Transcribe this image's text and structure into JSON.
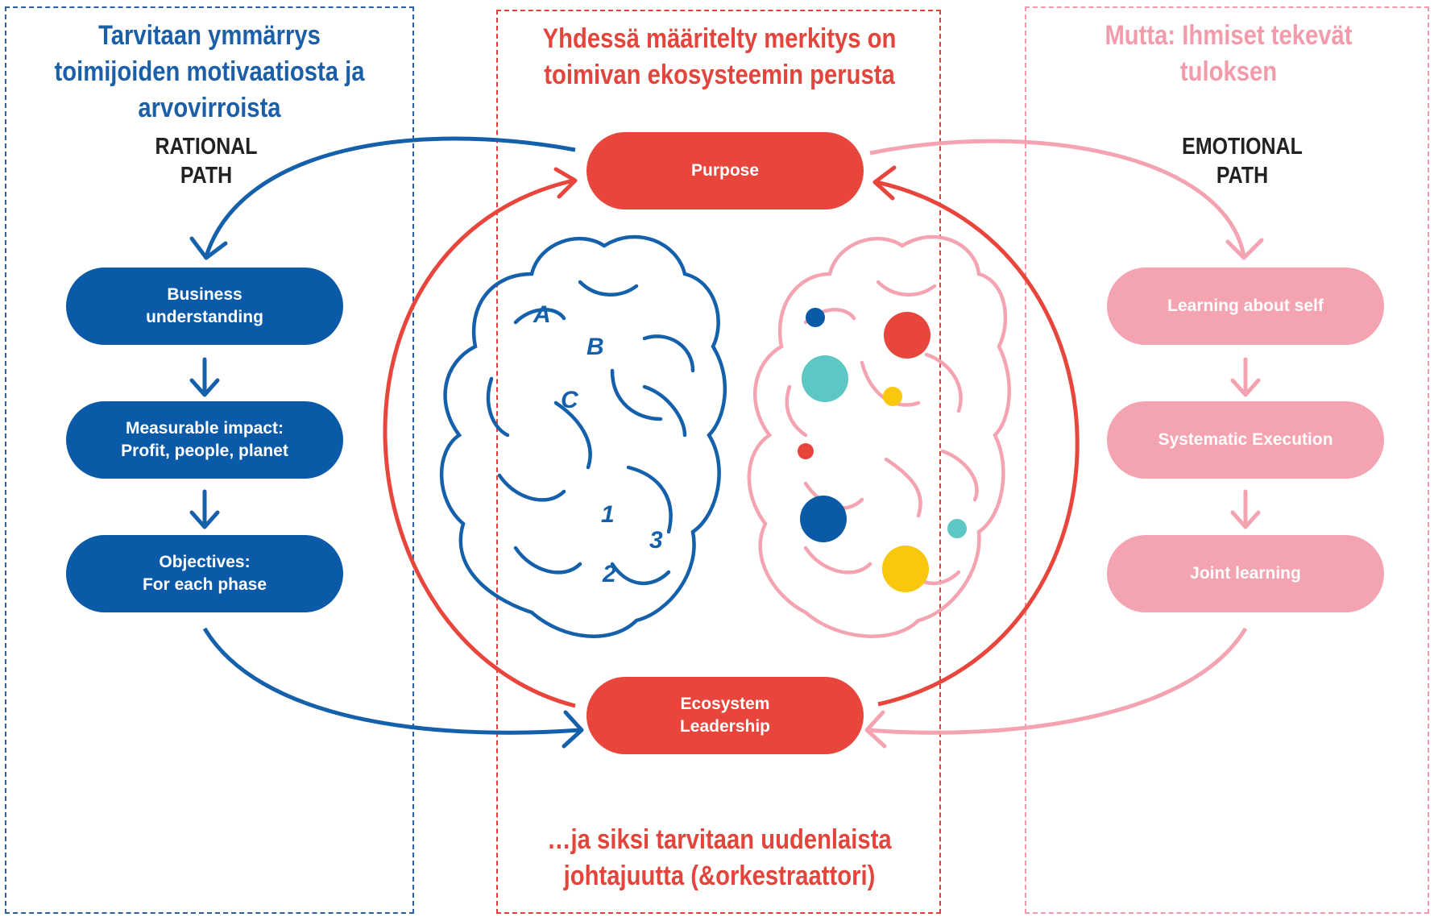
{
  "headings": {
    "left": "Tarvitaan ymmärrys\ntoimijoiden motivaatiosta ja\narvovirroista",
    "middle": "Yhdessä määritelty merkitys on\ntoimivan ekosysteemin perusta",
    "right": "Mutta: Ihmiset tekevät\ntuloksen",
    "bottom": "…ja siksi tarvitaan uudenlaista\njohtajuutta (&orkestraattori)"
  },
  "rational_path": {
    "label": "RATIONAL\nPATH",
    "steps": [
      "Business\nunderstanding",
      "Measurable impact:\nProfit, people, planet",
      "Objectives:\nFor each phase"
    ]
  },
  "emotional_path": {
    "label": "EMOTIONAL\nPATH",
    "steps": [
      "Learning about self",
      "Systematic Execution",
      "Joint learning"
    ]
  },
  "center": {
    "top": "Purpose",
    "bottom": "Ecosystem\nLeadership"
  },
  "brain_left_marks": [
    "A",
    "B",
    "C",
    "1",
    "2",
    "3"
  ],
  "colors": {
    "blue": "#0a5aa8",
    "red": "#e8463c",
    "pink": "#f4a3b1",
    "teal": "#5cc7c4",
    "yellow": "#f9c80e"
  }
}
